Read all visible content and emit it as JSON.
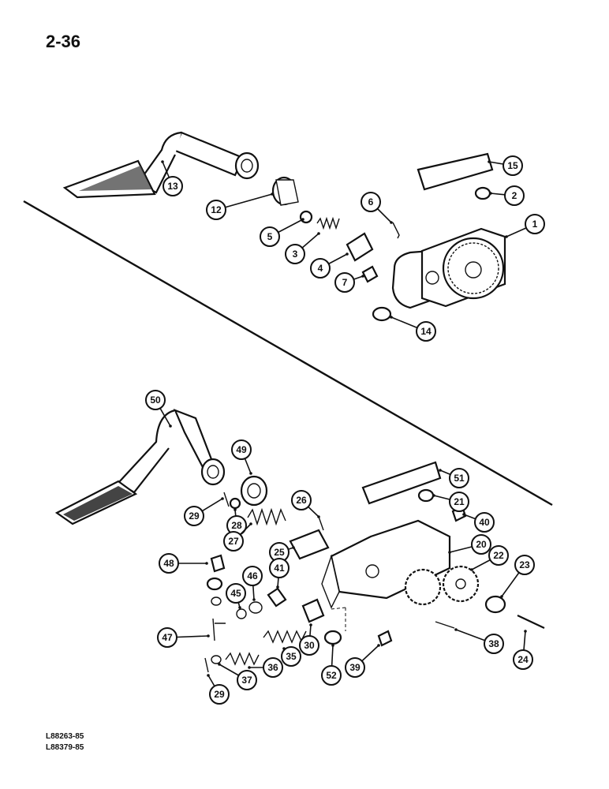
{
  "page_number": "2-36",
  "figure_codes": [
    "L88263-85",
    "L88379-85"
  ],
  "callouts": [
    {
      "id": "c13",
      "label": "13"
    },
    {
      "id": "c12",
      "label": "12"
    },
    {
      "id": "c15",
      "label": "15"
    },
    {
      "id": "c2",
      "label": "2"
    },
    {
      "id": "c6",
      "label": "6"
    },
    {
      "id": "c1",
      "label": "1"
    },
    {
      "id": "c5",
      "label": "5"
    },
    {
      "id": "c3",
      "label": "3"
    },
    {
      "id": "c4",
      "label": "4"
    },
    {
      "id": "c7",
      "label": "7"
    },
    {
      "id": "c14",
      "label": "14"
    },
    {
      "id": "c50",
      "label": "50"
    },
    {
      "id": "c49",
      "label": "49"
    },
    {
      "id": "c51",
      "label": "51"
    },
    {
      "id": "c26",
      "label": "26"
    },
    {
      "id": "c21",
      "label": "21"
    },
    {
      "id": "c40",
      "label": "40"
    },
    {
      "id": "c29a",
      "label": "29"
    },
    {
      "id": "c28",
      "label": "28"
    },
    {
      "id": "c27",
      "label": "27"
    },
    {
      "id": "c25",
      "label": "25"
    },
    {
      "id": "c20",
      "label": "20"
    },
    {
      "id": "c22",
      "label": "22"
    },
    {
      "id": "c23",
      "label": "23"
    },
    {
      "id": "c48",
      "label": "48"
    },
    {
      "id": "c46",
      "label": "46"
    },
    {
      "id": "c41",
      "label": "41"
    },
    {
      "id": "c45",
      "label": "45"
    },
    {
      "id": "c47",
      "label": "47"
    },
    {
      "id": "c35",
      "label": "35"
    },
    {
      "id": "c30",
      "label": "30"
    },
    {
      "id": "c36",
      "label": "36"
    },
    {
      "id": "c37",
      "label": "37"
    },
    {
      "id": "c52",
      "label": "52"
    },
    {
      "id": "c39",
      "label": "39"
    },
    {
      "id": "c38",
      "label": "38"
    },
    {
      "id": "c24",
      "label": "24"
    },
    {
      "id": "c29b",
      "label": "29"
    }
  ]
}
